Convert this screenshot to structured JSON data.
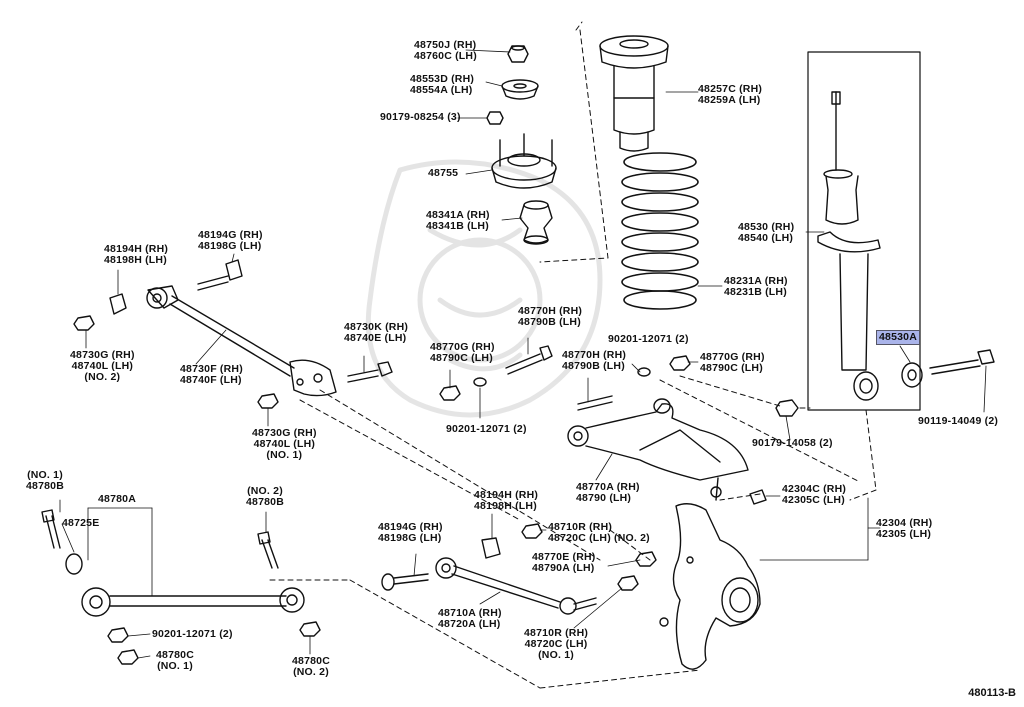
{
  "diagram_id": "480113-B",
  "labels": {
    "p48750j": [
      "48750J (RH)",
      "48760C (LH)"
    ],
    "p48553d": [
      "48553D (RH)",
      "48554A (LH)"
    ],
    "p90179_08254": [
      "90179-08254 (3)"
    ],
    "p48755": [
      "48755"
    ],
    "p48341a": [
      "48341A (RH)",
      "48341B (LH)"
    ],
    "p48257c": [
      "48257C (RH)",
      "48259A (LH)"
    ],
    "p48231a": [
      "48231A (RH)",
      "48231B (LH)"
    ],
    "p48530": [
      "48530 (RH)",
      "48540 (LH)"
    ],
    "p48530a": [
      "48530A"
    ],
    "p90119_14049": [
      "90119-14049 (2)"
    ],
    "p90179_14058": [
      "90179-14058 (2)"
    ],
    "p48194h_top": [
      "48194H (RH)",
      "48198H (LH)"
    ],
    "p48194g_top": [
      "48194G (RH)",
      "48198G (LH)"
    ],
    "p48730g_no2": [
      "48730G (RH)",
      "48740L (LH)",
      "(NO. 2)"
    ],
    "p48730f": [
      "48730F (RH)",
      "48740F (LH)"
    ],
    "p48730g_no1": [
      "48730G (RH)",
      "48740L (LH)",
      "(NO. 1)"
    ],
    "p48730k": [
      "48730K (RH)",
      "48740E (LH)"
    ],
    "p48770g_left": [
      "48770G (RH)",
      "48790C (LH)"
    ],
    "p48770h_top": [
      "48770H (RH)",
      "48790B (LH)"
    ],
    "p90201_top": [
      "90201-12071 (2)"
    ],
    "p48770h_mid": [
      "48770H (RH)",
      "48790B (LH)"
    ],
    "p48770g_right": [
      "48770G (RH)",
      "48790C (LH)"
    ],
    "p90201_mid": [
      "90201-12071 (2)"
    ],
    "p48770a": [
      "48770A (RH)",
      "48790 (LH)"
    ],
    "p42304c": [
      "42304C (RH)",
      "42305C (LH)"
    ],
    "p42304": [
      "42304 (RH)",
      "42305 (LH)"
    ],
    "p48780b_no1": [
      "(NO. 1)",
      "48780B"
    ],
    "p48780a": [
      "48780A"
    ],
    "p48725e": [
      "48725E"
    ],
    "p48780b_no2": [
      "(NO. 2)",
      "48780B"
    ],
    "p48194h_bot": [
      "48194H (RH)",
      "48198H (LH)"
    ],
    "p48194g_bot": [
      "48194G (RH)",
      "48198G (LH)"
    ],
    "p48710r_top": [
      "48710R (RH)",
      "48720C (LH) (NO. 2)"
    ],
    "p48770e": [
      "48770E (RH)",
      "48790A (LH)"
    ],
    "p48710a": [
      "48710A (RH)",
      "48720A (LH)"
    ],
    "p48710r_bot": [
      "48710R (RH)",
      "48720C (LH)",
      "(NO. 1)"
    ],
    "p90201_bot": [
      "90201-12071 (2)"
    ],
    "p48780c_no1": [
      "48780C",
      "(NO. 1)"
    ],
    "p48780c_no2": [
      "48780C",
      "(NO. 2)"
    ]
  }
}
